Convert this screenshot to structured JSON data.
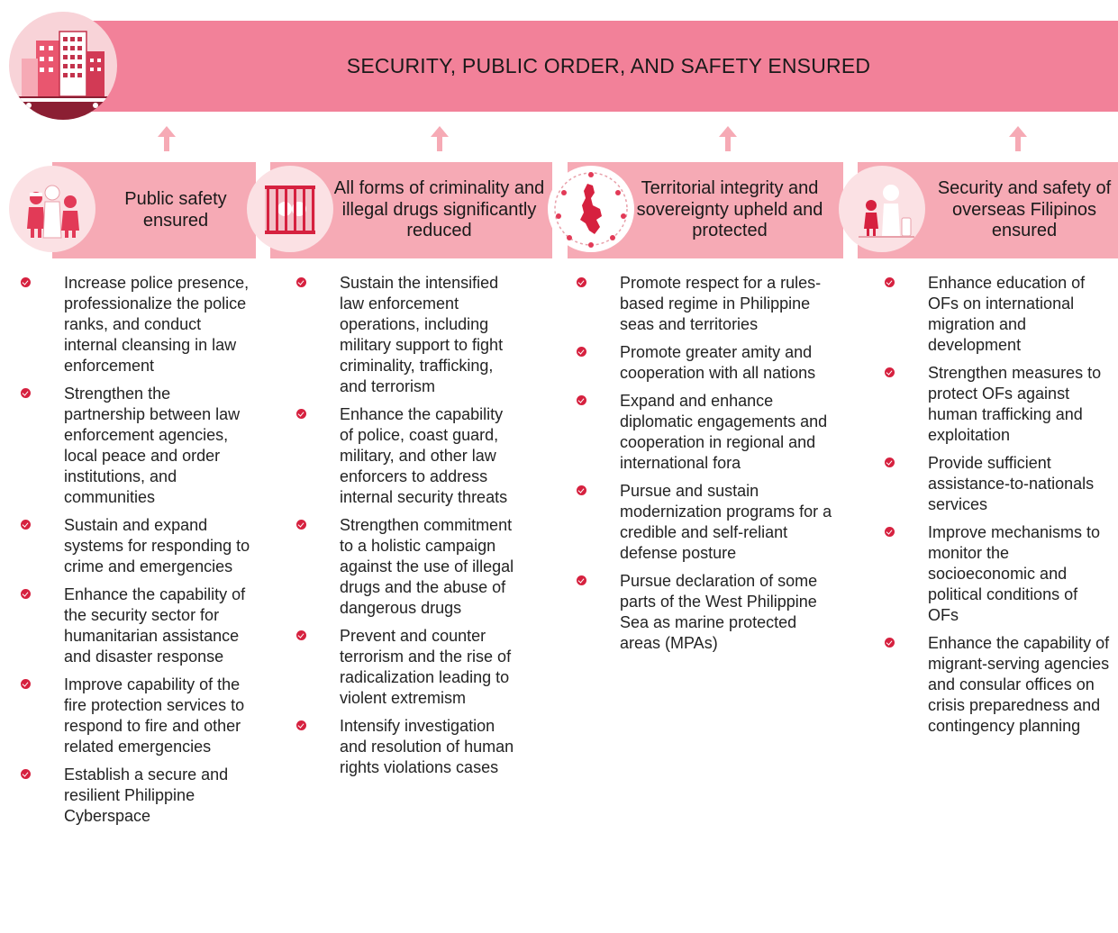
{
  "banner": {
    "title": "SECURITY, PUBLIC ORDER, AND SAFETY ENSURED"
  },
  "columns": [
    {
      "title": "Public safety ensured",
      "icon": "police-officers-icon",
      "items": [
        "Increase police presence, professionalize the police ranks, and conduct internal cleansing in law enforcement",
        "Strengthen the partnership between law enforcement agencies, local peace and order institutions, and communities",
        "Sustain and expand systems for responding to crime and emergencies",
        "Enhance the capability of the security sector for humanitarian assistance and disaster response",
        "Improve capability of the fire protection services to respond to fire and other related emergencies",
        "Establish a secure and resilient Philippine Cyberspace"
      ]
    },
    {
      "title": "All forms of criminality and illegal drugs significantly reduced",
      "icon": "jail-bars-icon",
      "items": [
        "Sustain the intensified law enforcement operations, including military support to fight criminality, trafficking, and terrorism",
        "Enhance the capability of police, coast guard, military, and other law enforcers to address internal security threats",
        "Strengthen commitment to a holistic campaign against the use of illegal drugs and the abuse of dangerous drugs",
        "Prevent and counter terrorism and the rise of radicalization leading to violent extremism",
        "Intensify investigation and resolution of human rights violations cases"
      ]
    },
    {
      "title": "Territorial integrity and sovereignty upheld and protected",
      "icon": "philippine-map-icon",
      "items": [
        "Promote respect for a rules-based regime in Philippine seas and territories",
        "Promote greater amity and cooperation with all nations",
        "Expand and enhance diplomatic engagements and cooperation in regional and international fora",
        "Pursue and sustain modernization programs for a credible and self-reliant defense posture",
        "Pursue declaration of some parts of the West Philippine Sea as marine protected areas (MPAs)"
      ]
    },
    {
      "title": "Security and safety of overseas Filipinos ensured",
      "icon": "traveler-icon",
      "items": [
        "Enhance education of OFs on international migration and development",
        "Strengthen measures to protect OFs against human trafficking and exploitation",
        "Provide sufficient assistance-to-nationals services",
        "Improve mechanisms to monitor the socioeconomic and political conditions of OFs",
        "Enhance the capability of migrant-serving agencies and consular offices on crisis preparedness and contingency planning"
      ]
    }
  ],
  "colors": {
    "banner": "#f28199",
    "header": "#f6aab5",
    "circle": "#fbe1e4",
    "bullet": "#d6213f",
    "arrow": "#f6aab5"
  }
}
